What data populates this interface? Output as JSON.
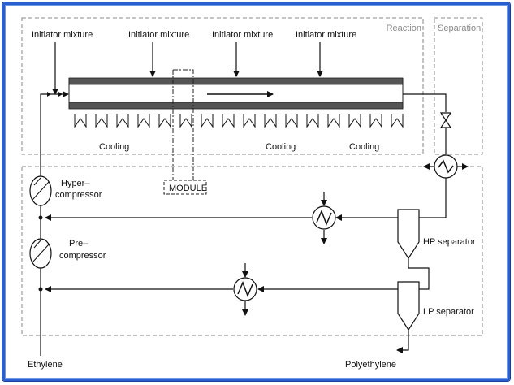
{
  "labels": {
    "initiator_1": "Initiator mixture",
    "initiator_2": "Initiator mixture",
    "initiator_3": "Initiator mixture",
    "initiator_4": "Initiator mixture",
    "reaction": "Reaction",
    "separation": "Separation",
    "cooling_1": "Cooling",
    "cooling_2": "Cooling",
    "cooling_3": "Cooling",
    "module": "MODULE",
    "hyper_1": "Hyper–",
    "hyper_2": "compressor",
    "pre_1": "Pre–",
    "pre_2": "compressor",
    "hp_separator": "HP separator",
    "lp_separator": "LP separator",
    "ethylene": "Ethylene",
    "polyethylene": "Polyethylene"
  },
  "colors": {
    "frame_border": "#2a5fd0",
    "tube_wall": "#555555",
    "line": "#111111",
    "dashed_box": "#888888"
  },
  "icons": {
    "compressor": "compressor-icon",
    "heat_exchanger": "heat-exchanger-icon",
    "valve": "valve-icon",
    "separator": "separator-vessel-icon"
  }
}
